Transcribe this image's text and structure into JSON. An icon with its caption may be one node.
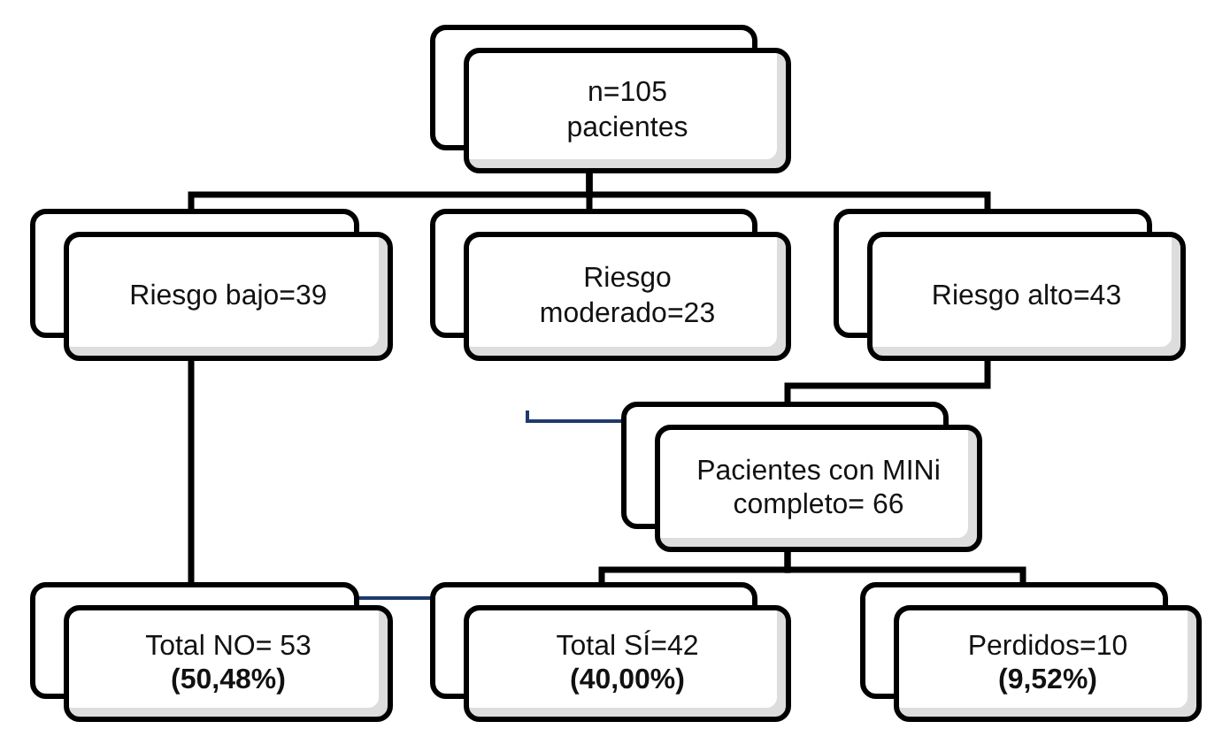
{
  "diagram": {
    "nodes": [
      {
        "text": [
          "n=105 pacientes"
        ]
      },
      {
        "text": [
          "Riesgo bajo=39"
        ]
      },
      {
        "text": [
          "Riesgo moderado=23"
        ]
      },
      {
        "text": [
          "Riesgo alto=43"
        ]
      },
      {
        "text": [
          "Pacientes con MINi completo= 66"
        ]
      },
      {
        "text": [
          "Total NO= 53",
          "(50,48%)"
        ]
      },
      {
        "text": [
          "Total SÍ=42",
          "(40,00%)"
        ]
      },
      {
        "text": [
          "Perdidos=10",
          "(9,52%)"
        ]
      }
    ],
    "edges": [
      {
        "from": 0,
        "to": 1,
        "arrow": "none"
      },
      {
        "from": 0,
        "to": 2,
        "arrow": "none"
      },
      {
        "from": 0,
        "to": 3,
        "arrow": "none"
      },
      {
        "from": 1,
        "to": 5,
        "arrow": "none"
      },
      {
        "from": 3,
        "to": 4,
        "arrow": "none"
      },
      {
        "from": 4,
        "to": 6,
        "arrow": "none"
      },
      {
        "from": 4,
        "to": 7,
        "arrow": "none"
      },
      {
        "from": 5,
        "to": 6,
        "arrow": "none",
        "color": "#1f3a6b"
      }
    ]
  }
}
